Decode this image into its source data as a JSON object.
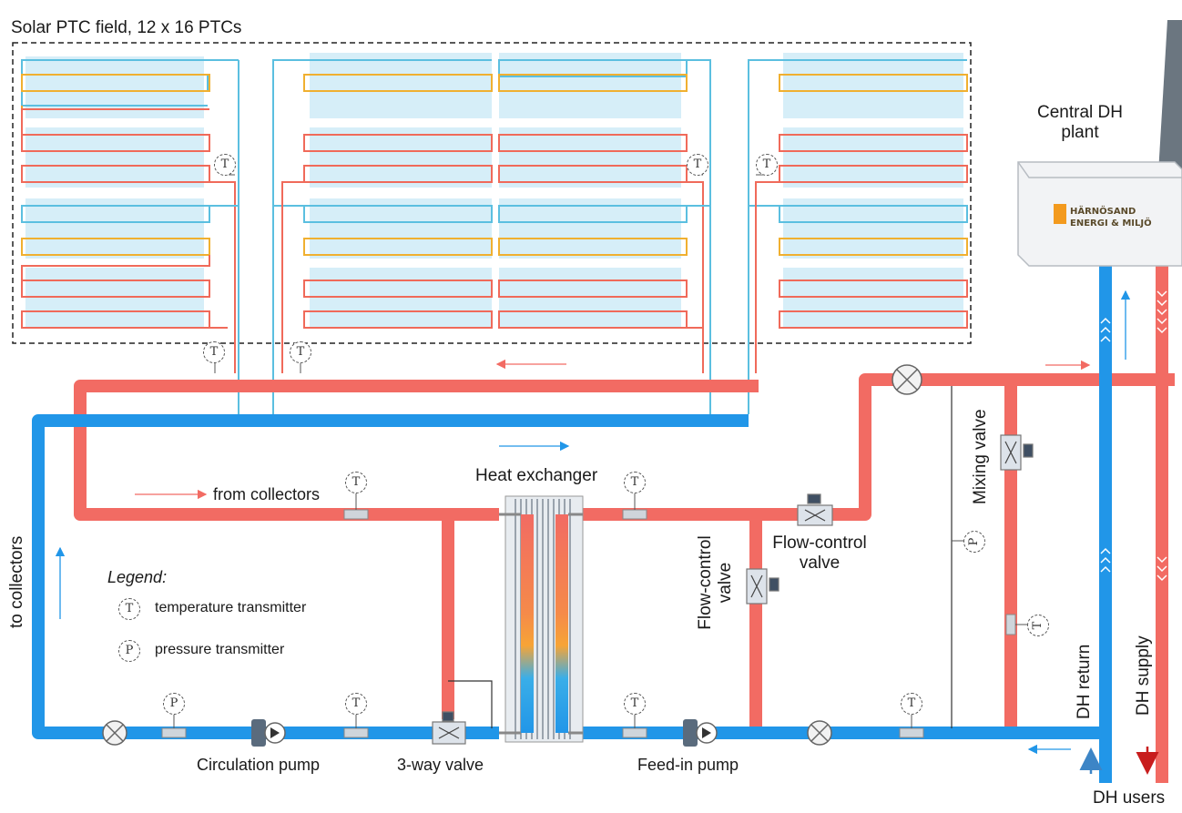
{
  "labels": {
    "field_title": "Solar PTC field, 12 x 16 PTCs",
    "plant": "Central DH plant",
    "logo_line1": "HÄRNÖSAND",
    "logo_line2": "ENERGI & MILJÖ",
    "heat_exchanger": "Heat exchanger",
    "from_collectors": "from collectors",
    "to_collectors": "to collectors",
    "mixing_valve": "Mixing valve",
    "flow_control_valve_horizontal": "Flow-control valve",
    "flow_control_valve_vertical": "Flow-control valve",
    "circulation_pump": "Circulation pump",
    "three_way_valve": "3-way valve",
    "feed_in_pump": "Feed-in pump",
    "dh_return": "DH return",
    "dh_supply": "DH supply",
    "dh_users": "DH users"
  },
  "legend": {
    "title": "Legend:",
    "items": [
      {
        "symbol": "T",
        "text": "temperature transmitter"
      },
      {
        "symbol": "P",
        "text": "pressure transmitter"
      }
    ]
  },
  "colors": {
    "hot": "#f26b63",
    "cold": "#2196e8",
    "collector": "#cfeaf6",
    "warm_mid": "#f7a436",
    "dashed_border": "#222222"
  }
}
